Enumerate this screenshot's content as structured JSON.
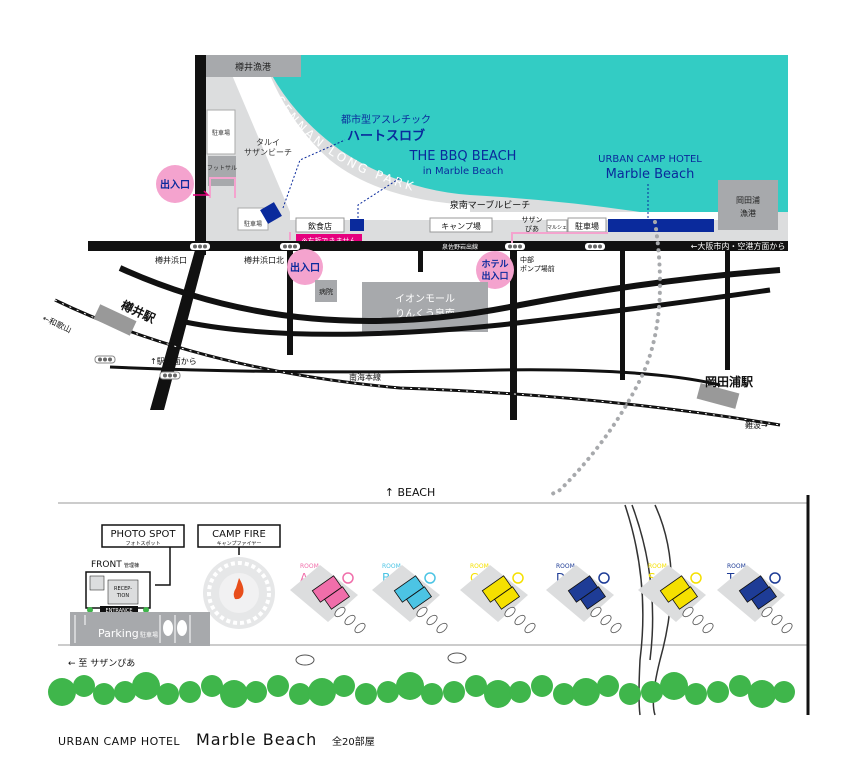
{
  "colors": {
    "sea": "#33CCC4",
    "navy": "#0A2A9C",
    "road": "#111111",
    "pink": "#E6007E",
    "pink_bubble": "#F4A3CE",
    "grey": "#A7A9AC",
    "light_grey": "#DCDDDE",
    "tree": "#3FB64B",
    "room_a": "#F06EAA",
    "room_b": "#4CC4E4",
    "room_c": "#F5E000",
    "room_d": "#1E3C96",
    "room_s": "#F5E000",
    "room_t": "#1E3C96"
  },
  "top_map": {
    "port_north": "樽井漁港",
    "park_parking": "駐車場",
    "futsal": "フットサル",
    "taruiSazanbeach": "タルイ\nサザンビーチ",
    "parking_small": "駐車場",
    "athletic_sub": "都市型アスレチック",
    "athletic_title": "ハートスロブ",
    "park_arc": "SENNAN LONG PARK",
    "bbq_title": "THE BBQ BEACH",
    "bbq_sub": "in Marble Beach",
    "hotel_sub": "URBAN CAMP HOTEL",
    "hotel_title": "Marble Beach",
    "port_east": "岡田浦\n漁港",
    "marble_beach": "泉南マーブルビーチ",
    "restaurant": "飲食店",
    "camp_ground": "キャンプ場",
    "sazanbia": "サザン\nぴあ",
    "marche": "マルシェ",
    "parking_right": "駐車場",
    "no_right_turn": "※右折できません",
    "road_name": "泉佐野岩出線",
    "from_osaka": "←大阪市内・空港方面から",
    "signal_taruihama": "樽井浜口",
    "signal_taruihama_north": "樽井浜口北",
    "entrance_left": "出入口",
    "entrance_mid": "出入口",
    "hotel_entrance": "ホテル\n出入口",
    "signal_chubu": "中部\nポンプ場前",
    "hospital": "病院",
    "aeon_line1": "イオンモール",
    "aeon_line2": "りんくう泉南",
    "station_tarui": "樽井駅",
    "to_wakayama": "←和歌山",
    "from_station_south": "↑駅方面から",
    "nankai_line": "南海本線",
    "station_okadaura": "岡田浦駅",
    "to_namba": "難波→"
  },
  "bottom_map": {
    "beach": "↑ BEACH",
    "photo_spot": "PHOTO SPOT",
    "photo_spot_sub": "フォトスポット",
    "camp_fire": "CAMP FIRE",
    "camp_fire_sub": "キャンプファイヤー",
    "front": "FRONT",
    "front_sub": "管理棟",
    "reception": "RECEP-\nTION",
    "entrance": "ENTRANCE",
    "parking": "Parking",
    "parking_sub": "駐車場",
    "to_sazanbia": "← 至 サザンぴあ",
    "rooms": [
      {
        "word": "ROOM",
        "letter": "A"
      },
      {
        "word": "ROOM",
        "letter": "B"
      },
      {
        "word": "ROOM",
        "letter": "C"
      },
      {
        "word": "ROOM",
        "letter": "D"
      },
      {
        "word": "ROOM",
        "letter": "S"
      },
      {
        "word": "ROOM",
        "letter": "T"
      }
    ]
  },
  "footer": {
    "brand_prefix": "URBAN CAMP HOTEL",
    "brand_name": "Marble Beach",
    "room_count": "全20部屋"
  }
}
